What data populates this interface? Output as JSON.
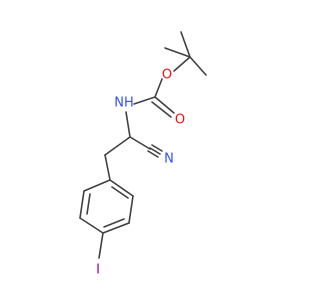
{
  "molecule": {
    "atoms": {
      "O_ether": {
        "label": "O",
        "color": "#ff0d0d"
      },
      "O_carbonyl": {
        "label": "O",
        "color": "#ff0d0d"
      },
      "N_amide": {
        "label": "NH",
        "color": "#3050f8"
      },
      "N_nitrile": {
        "label": "N",
        "color": "#3050f8"
      },
      "I": {
        "label": "I",
        "color": "#940094"
      }
    },
    "bond_color": "#404040"
  }
}
